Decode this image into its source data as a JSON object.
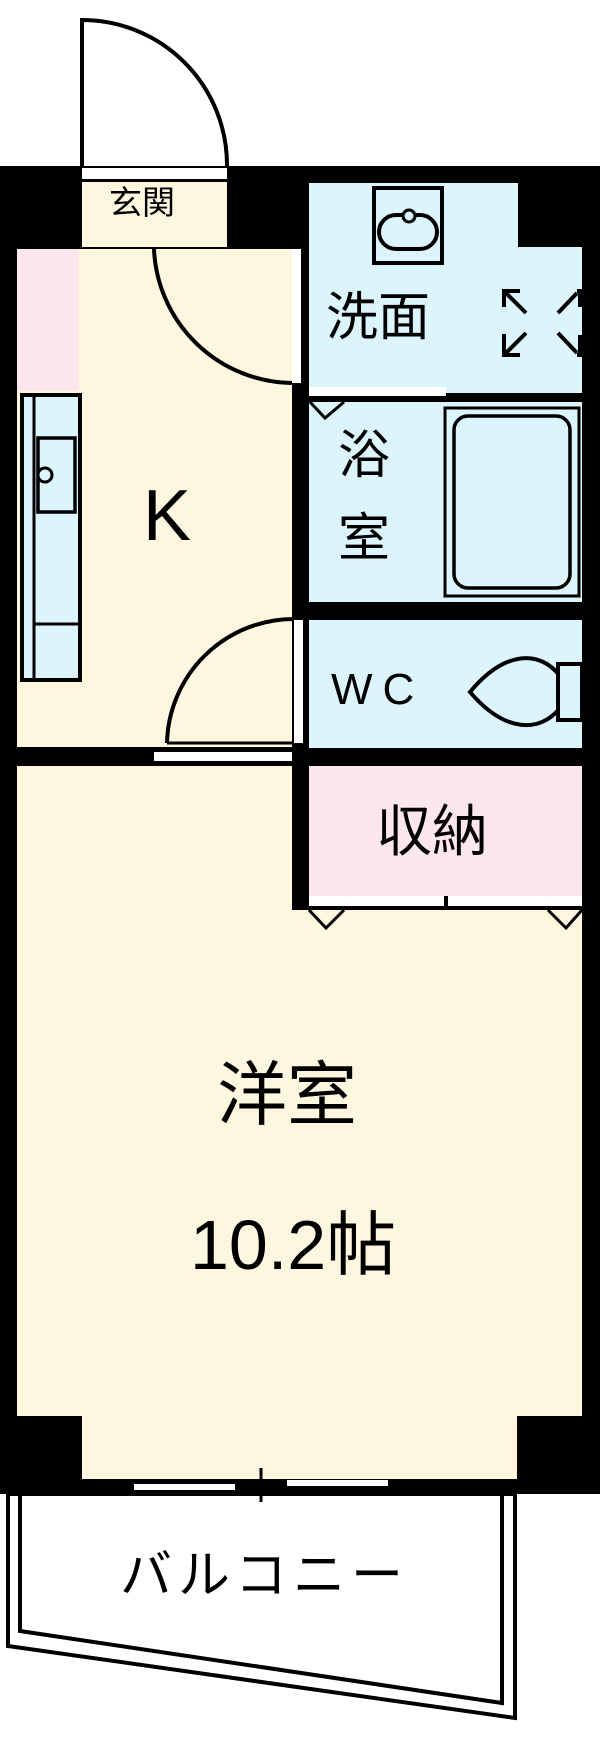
{
  "floor_plan": {
    "type": "1K apartment floor plan",
    "colors": {
      "wall": "#000000",
      "living_floor": "#fff6e0",
      "wet_area": "#dcf4fc",
      "storage": "#fde6ee",
      "exterior": "#ffffff",
      "sash": "#ffffff"
    },
    "rooms": {
      "genkan": {
        "label": "玄関"
      },
      "senmen": {
        "label": "洗面"
      },
      "yokushitsu": {
        "label_line1": "浴",
        "label_line2": "室"
      },
      "kitchen": {
        "label": "K"
      },
      "wc": {
        "label": "WC"
      },
      "shuno": {
        "label": "収納"
      },
      "yoshitsu": {
        "label": "洋室",
        "size": "10.2帖"
      },
      "balcony": {
        "label": "バルコニー"
      }
    },
    "fixtures": [
      "entrance-door",
      "washbasin",
      "washing-machine-space",
      "bathtub",
      "toilet",
      "kitchen-sink",
      "refrigerator-space",
      "sliding-window"
    ]
  }
}
